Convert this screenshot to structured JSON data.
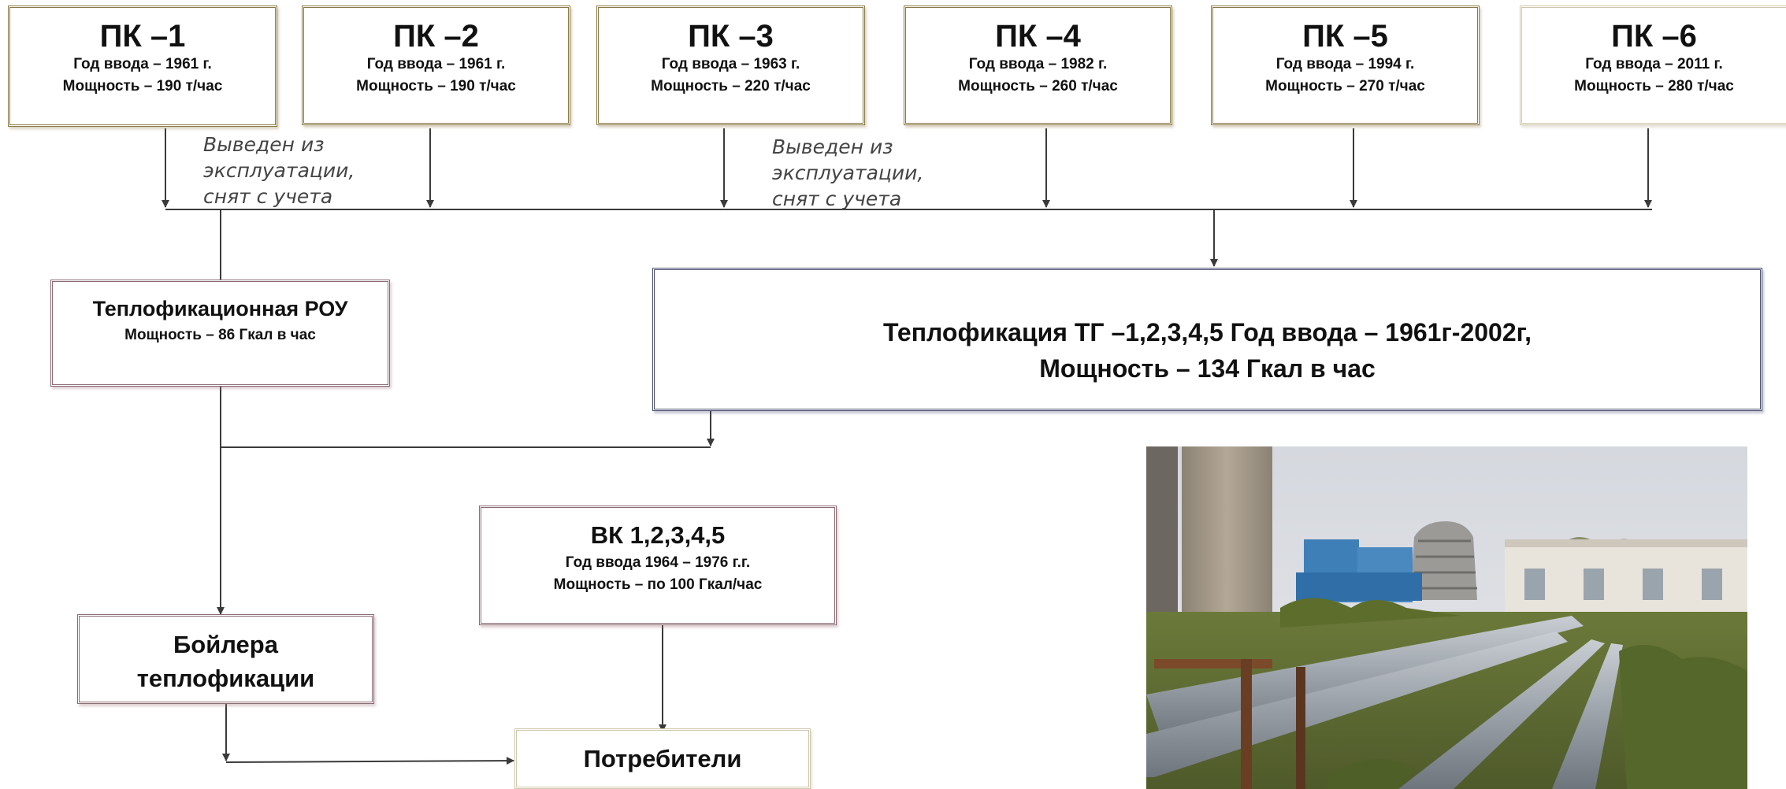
{
  "boilers": [
    {
      "title": "ПК –1",
      "year": "Год ввода – 1961 г.",
      "power": "Мощность – 190 т/час"
    },
    {
      "title": "ПК –2",
      "year": "Год ввода – 1961 г.",
      "power": "Мощность – 190 т/час"
    },
    {
      "title": "ПК –3",
      "year": "Год ввода – 1963 г.",
      "power": "Мощность – 220 т/час"
    },
    {
      "title": "ПК –4",
      "year": "Год ввода – 1982 г.",
      "power": "Мощность – 260 т/час"
    },
    {
      "title": "ПК –5",
      "year": "Год ввода – 1994 г.",
      "power": "Мощность – 270 т/час"
    },
    {
      "title": "ПК –6",
      "year": "Год ввода – 2011 г.",
      "power": "Мощность – 280 т/час"
    }
  ],
  "notes": {
    "retired_pk1": [
      "Выведен из",
      "эксплуатации,",
      "снят с учета"
    ],
    "retired_pk3": [
      "Выведен из",
      "эксплуатации,",
      "снят с учета"
    ]
  },
  "rou": {
    "title": "Теплофикационная РОУ",
    "power": "Мощность – 86 Гкал в час"
  },
  "turbines": {
    "line1": "Теплофикация  ТГ –1,2,3,4,5  Год ввода – 1961г-2002г,",
    "line2": "Мощность – 134 Гкал в час"
  },
  "hot_water_boilers": {
    "title": "ВК 1,2,3,4,5",
    "year": "Год ввода 1964 – 1976 г.г.",
    "power": "Мощность – по 100 Гкал/час"
  },
  "heating_boilers": {
    "line1": "Бойлера",
    "line2": "теплофикации"
  },
  "consumers": {
    "label": "Потребители"
  },
  "colors": {
    "line": "#3a3a3a",
    "note_text": "#444444"
  }
}
